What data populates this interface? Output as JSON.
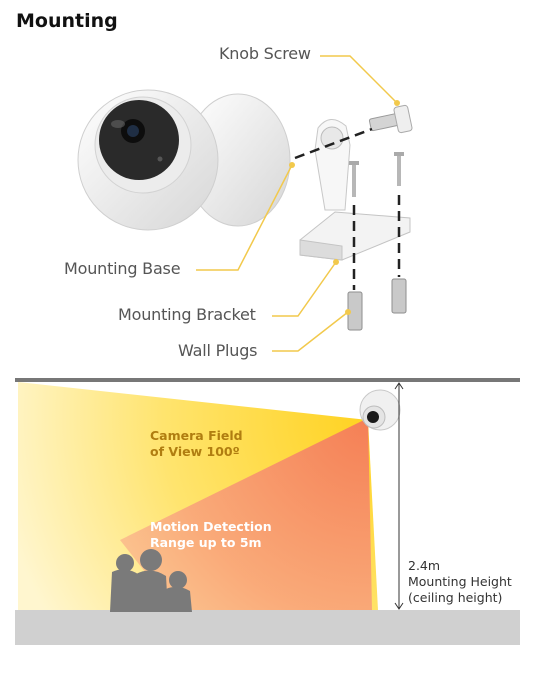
{
  "title": "Mounting",
  "parts": {
    "knob_screw": "Knob Screw",
    "mounting_base": "Mounting Base",
    "mounting_bracket": "Mounting Bracket",
    "wall_plugs": "Wall Plugs"
  },
  "field_of_view": {
    "line1": "Camera Field",
    "line2": "of View 100º"
  },
  "motion_detection": {
    "line1": "Motion Detection",
    "line2": "Range up to 5m"
  },
  "height": {
    "value": "2.4m",
    "line1": "Mounting Height",
    "line2": "(ceiling height)"
  },
  "colors": {
    "leader_line": "#f2c94c",
    "label_text": "#555555",
    "fov_note": "#b07d10",
    "motion_note": "#ffffff",
    "ceiling": "#777777",
    "floor": "#d0d0d0",
    "silhouette": "#7a7a7a"
  }
}
